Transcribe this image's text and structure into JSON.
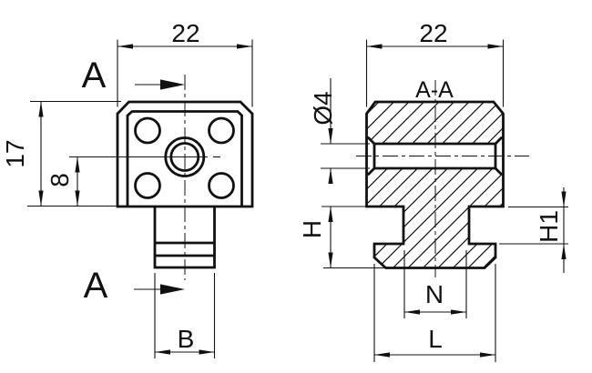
{
  "front_view": {
    "width": "22",
    "height": "17",
    "hole_offset": "8",
    "tongue_width": "B",
    "section_label_top": "A",
    "section_label_bottom": "A"
  },
  "section_view": {
    "title": "A-A",
    "width": "22",
    "hole_diameter": "Ø4",
    "height": "H",
    "neck_height": "H1",
    "neck_width": "N",
    "base_width": "L"
  },
  "colors": {
    "line": "#111111",
    "background": "#ffffff"
  }
}
